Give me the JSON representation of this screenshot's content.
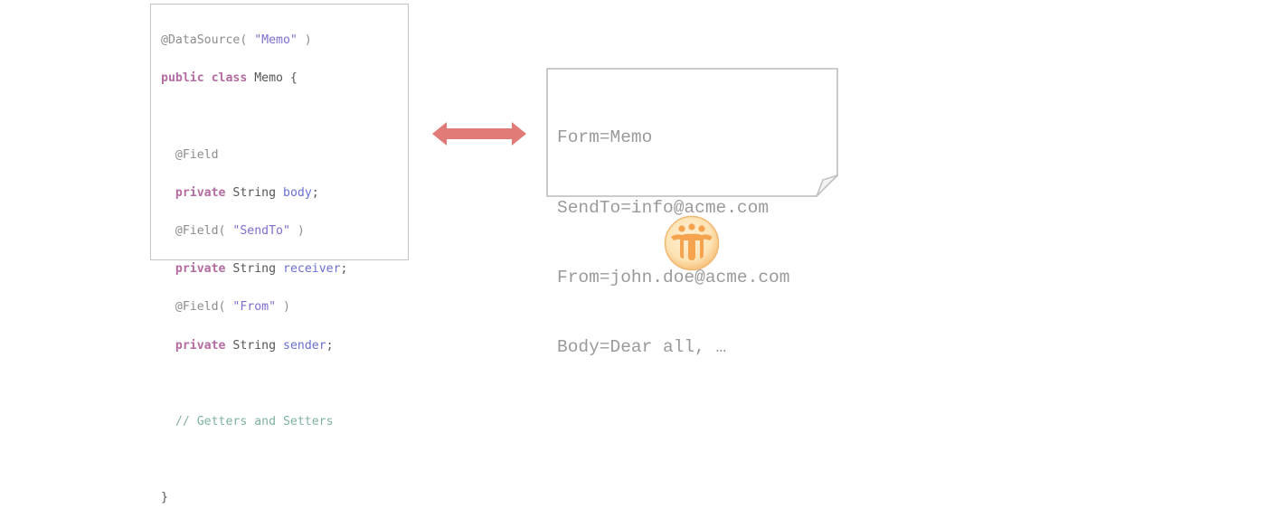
{
  "code": {
    "line1": {
      "annotation": "@DataSource( ",
      "string": "\"Memo\"",
      "tail": " )"
    },
    "line2": {
      "kw1": "public",
      "kw2": "class",
      "rest": " Memo {"
    },
    "line4": {
      "annotation": "@Field"
    },
    "line5": {
      "kw": "private",
      "type": " String ",
      "ident": "body",
      "tail": ";"
    },
    "line6": {
      "annotation": "@Field( ",
      "string": "\"SendTo\"",
      "tail": " )"
    },
    "line7": {
      "kw": "private",
      "type": " String ",
      "ident": "receiver",
      "tail": ";"
    },
    "line8": {
      "annotation": "@Field( ",
      "string": "\"From\"",
      "tail": " )"
    },
    "line9": {
      "kw": "private",
      "type": " String ",
      "ident": "sender",
      "tail": ";"
    },
    "line11": {
      "comment": "// Getters and Setters"
    },
    "line13": {
      "brace": "}"
    }
  },
  "document": {
    "lines": [
      "Form=Memo",
      "SendTo=info@acme.com",
      "From=john.doe@acme.com",
      "Body=Dear all, …"
    ]
  },
  "colors": {
    "arrow": "#e07b78",
    "keyword": "#b46ba0",
    "string": "#7b6fd2",
    "comment": "#7fb49a",
    "logo": "#f6a34f"
  },
  "icons": {
    "arrow": "double-arrow-icon",
    "logo": "lotus-notes-logo-icon"
  }
}
